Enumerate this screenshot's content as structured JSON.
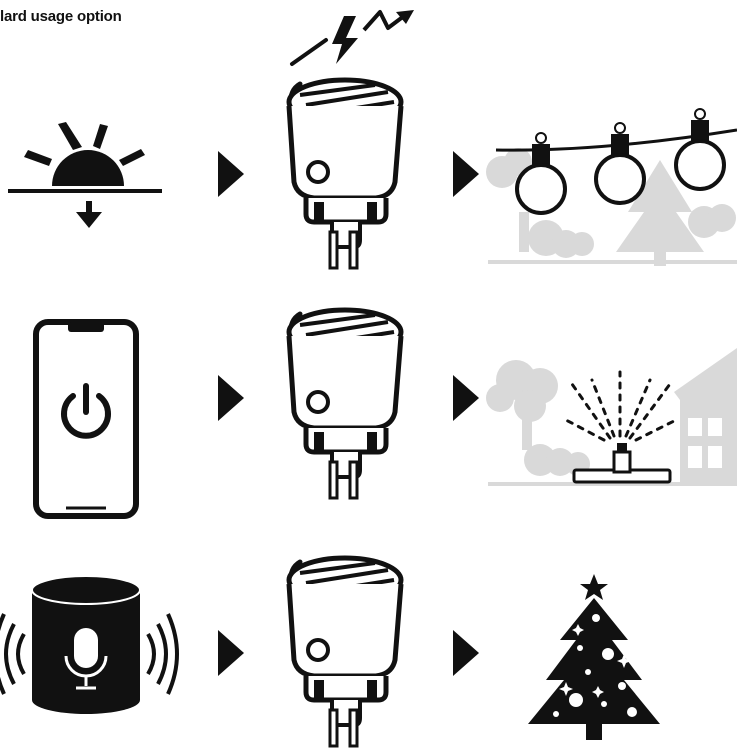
{
  "title": "lard usage option",
  "rows": [
    {
      "trigger": "sunset",
      "device": "smart-plug",
      "target": "garden-string-lights"
    },
    {
      "trigger": "smartphone-app",
      "device": "smart-plug",
      "target": "garden-sprinkler"
    },
    {
      "trigger": "voice-assistant",
      "device": "smart-plug",
      "target": "christmas-tree"
    }
  ],
  "colors": {
    "ink": "#111111",
    "grey": "#d9d9d9"
  }
}
